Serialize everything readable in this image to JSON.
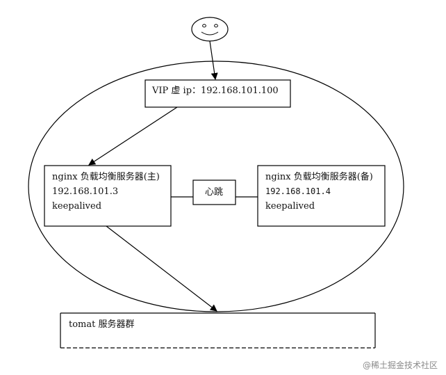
{
  "vip": {
    "text": "VIP 虚 ip：192.168.101.100"
  },
  "nginx_main": {
    "title": "nginx 负载均衡服务器(主)",
    "ip": "192.168.101.3",
    "software": "keepalived"
  },
  "nginx_backup": {
    "title": "nginx 负载均衡服务器(备)",
    "ip": "192.168.101.4",
    "software": "keepalived"
  },
  "heartbeat": {
    "label": "心跳"
  },
  "tomcat": {
    "label": "tomat 服务器群"
  },
  "watermark": {
    "text": "@稀土掘金技术社区"
  },
  "icons": {
    "user": "smiley-face-icon"
  }
}
